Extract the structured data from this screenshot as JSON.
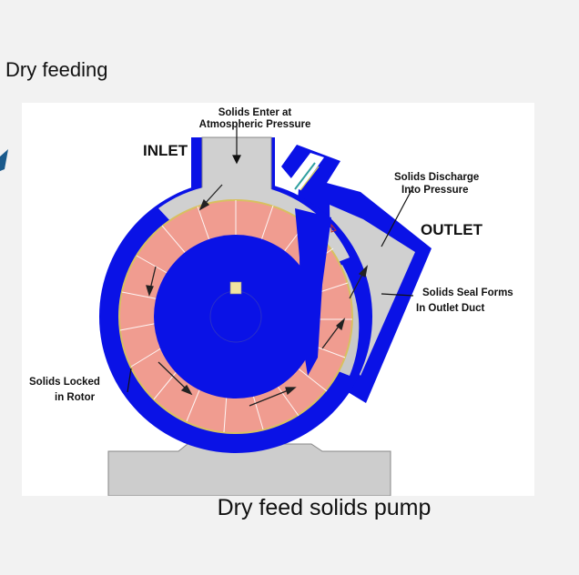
{
  "slide": {
    "heading": "Dry feeding",
    "caption": "Dry feed solids pump"
  },
  "diagram": {
    "labels": {
      "inlet": "INLET",
      "outlet": "OUTLET",
      "solids_enter_l1": "Solids Enter at",
      "solids_enter_l2": "Atmospheric Pressure",
      "solids_discharge_l1": "Solids Discharge",
      "solids_discharge_l2": "Into Pressure",
      "seal_forms_l1": "Solids Seal Forms",
      "seal_forms_l2": "In Outlet Duct",
      "locked_l1": "Solids Locked",
      "locked_l2": "in Rotor"
    },
    "colors": {
      "housing": "#0a12e6",
      "rotor_solids": "#f09c90",
      "duct_gray": "#d0d0d0",
      "base_gray": "#cdcdcd",
      "accent_arrow": "#1a5a8c"
    }
  }
}
